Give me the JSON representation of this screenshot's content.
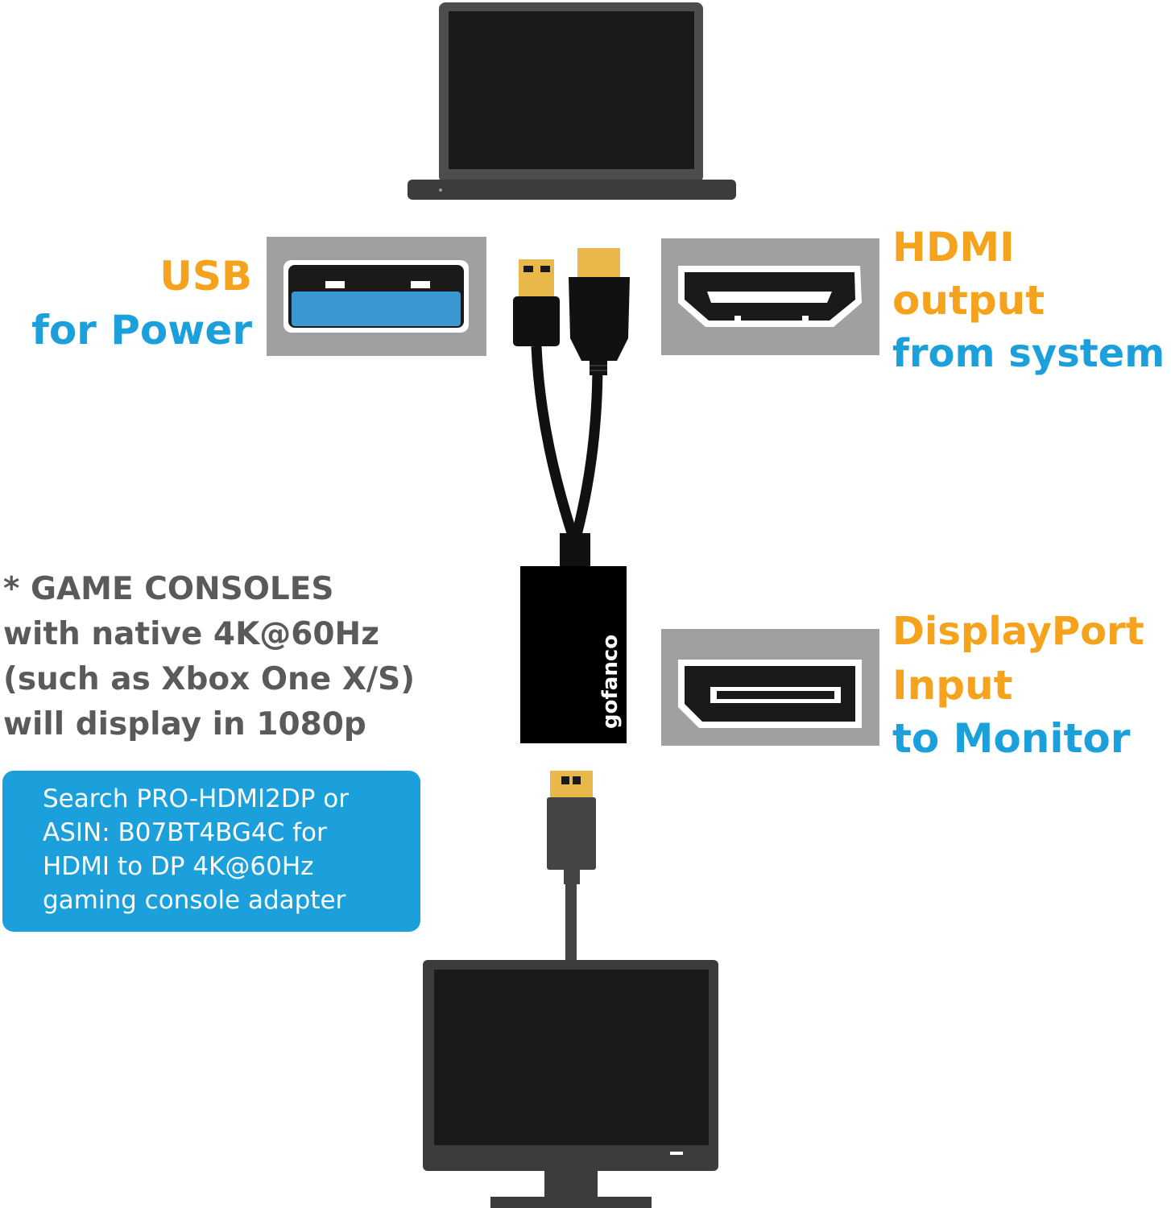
{
  "labels": {
    "usb": {
      "line1": "USB",
      "line2": "for Power"
    },
    "hdmi": {
      "line1": "HDMI",
      "line2": "output",
      "line3": "from system"
    },
    "displayport": {
      "line1": "DisplayPort",
      "line2": "Input",
      "line3": "to Monitor"
    }
  },
  "note": {
    "lines": [
      "* GAME CONSOLES",
      "with native 4K@60Hz",
      "(such as Xbox One X/S)",
      "will display in 1080p"
    ]
  },
  "search_box": {
    "lines": [
      "Search PRO-HDMI2DP or",
      "ASIN: B07BT4BG4C for",
      "HDMI to DP 4K@60Hz",
      "gaming console adapter"
    ]
  },
  "adapter": {
    "brand": "gofanco"
  },
  "colors": {
    "orange": "#f5a21c",
    "blue": "#1ba0dc",
    "dark_gray": "#3c3c3c",
    "port_gray": "#a0a0a0",
    "connector_gold": "#e8b84a"
  },
  "icons": [
    "laptop-icon",
    "usb-port-icon",
    "hdmi-port-icon",
    "displayport-port-icon",
    "adapter-cable-icon",
    "monitor-icon"
  ]
}
